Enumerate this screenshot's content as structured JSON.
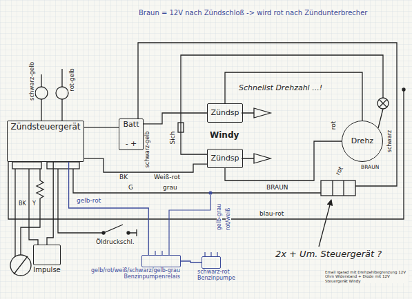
{
  "diagram": {
    "nodes": [
      {
        "text": [
          "Zündsteuergerät"
        ]
      },
      {
        "text": [
          "Batt",
          "- +"
        ]
      },
      {
        "text": [
          "Zündsp"
        ]
      },
      {
        "text": [
          "Zündsp"
        ]
      },
      {
        "text": [
          "Drehz"
        ]
      },
      {
        "text": [
          "Impulse"
        ]
      },
      {
        "text": [
          "gelb/rot/weiß/schwarz/gelb-grau",
          "Benzinpumpenrelais"
        ]
      },
      {
        "text": [
          "schwarz-rot",
          "Benzinpumpe"
        ]
      }
    ],
    "edges": [
      {
        "from": 0,
        "to": 1,
        "arrow": "none"
      },
      {
        "from": 0,
        "to": 3,
        "arrow": "none"
      },
      {
        "from": 1,
        "to": 2,
        "arrow": "none"
      },
      {
        "from": 2,
        "to": 4,
        "arrow": "none"
      },
      {
        "from": 3,
        "to": 4,
        "arrow": "none"
      },
      {
        "from": 0,
        "to": 5,
        "arrow": "none"
      },
      {
        "from": 0,
        "to": 6,
        "arrow": "none"
      },
      {
        "from": 6,
        "to": 7,
        "arrow": "none"
      }
    ],
    "labels": [
      "Braun = 12V nach Zündschloß -> wird rot nach Zündunterbrecher",
      "schwarz-gelb",
      "rot-gelb",
      "schwarz-gelb",
      "Sich",
      "Weiß-rot",
      "Windy",
      "Schnellst Drehzahl ...!",
      "rot",
      "schwarz",
      "BRAUN",
      "BK",
      "G",
      "grau",
      "BRAUN",
      "rot",
      "blau-rot",
      "BK",
      "Y",
      "gelb-rot",
      "Öldruckschl.",
      "gelb-grau",
      "rot/weiß",
      "2x + Um. Steuergerät ?",
      "Email Igarad mit Drehzahlbegrenzung 12V Ohm Widerstand + Diode mit 12V Steuergerät Windy"
    ]
  }
}
